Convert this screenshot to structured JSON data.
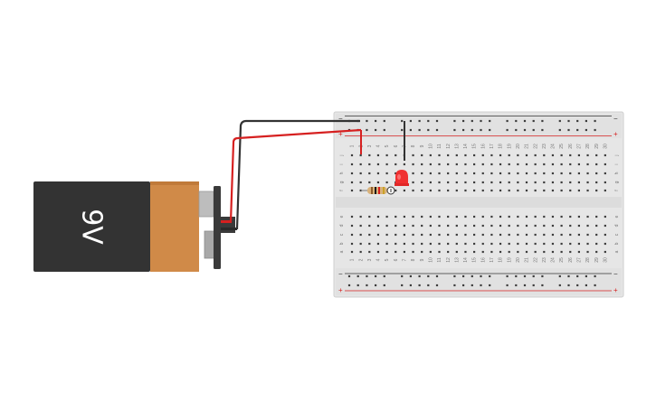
{
  "battery": {
    "label": "9V",
    "body_color": "#333333",
    "cap_color": "#d08a48"
  },
  "breadboard": {
    "column_labels": [
      "1",
      "2",
      "3",
      "4",
      "5",
      "6",
      "7",
      "8",
      "9",
      "10",
      "11",
      "12",
      "13",
      "14",
      "15",
      "16",
      "17",
      "18",
      "19",
      "20",
      "21",
      "22",
      "23",
      "24",
      "25",
      "26",
      "27",
      "28",
      "29",
      "30"
    ],
    "top_row_labels": [
      "j",
      "i",
      "h",
      "g",
      "f"
    ],
    "bottom_row_labels": [
      "e",
      "d",
      "c",
      "b",
      "a"
    ],
    "rail_minus": "−",
    "rail_plus": "+",
    "body_color": "#e6e6e6",
    "hole_color": "#3c3c3c",
    "rail_red": "#d62020",
    "rail_black": "#333333"
  },
  "wires": {
    "positive_color": "#d62020",
    "negative_color": "#333333"
  },
  "led": {
    "color": "#f03030"
  },
  "resistor": {
    "color": "#d9b27a"
  }
}
